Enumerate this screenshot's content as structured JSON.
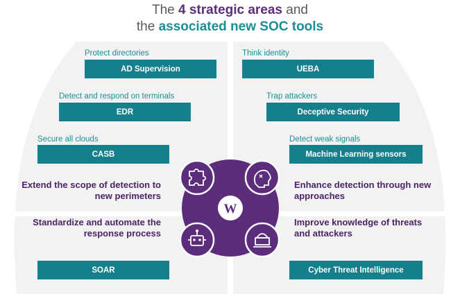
{
  "title": {
    "line1_pre": "The ",
    "line1_strong": "4 strategic areas",
    "line1_post": " and",
    "line2_pre": "the ",
    "line2_strong": "associated new SOC tools"
  },
  "left": {
    "items": [
      {
        "label": "Protect directories",
        "tool": "AD Supervision"
      },
      {
        "label": "Detect and respond on terminals",
        "tool": "EDR"
      },
      {
        "label": "Secure all clouds",
        "tool": "CASB"
      }
    ],
    "area_top": "Extend the scope of detection to new perimeters",
    "area_bottom": "Standardize and automate the response process",
    "bottom_tool": "SOAR"
  },
  "right": {
    "items": [
      {
        "label": "Think identity",
        "tool": "UEBA"
      },
      {
        "label": "Trap attackers",
        "tool": "Deceptive Security"
      },
      {
        "label": "Detect weak signals",
        "tool": "Machine Learning sensors"
      }
    ],
    "area_top": "Enhance detection through new approaches",
    "area_bottom": "Improve knowledge of threats and attackers",
    "bottom_tool": "Cyber Threat Intelligence"
  },
  "center": {
    "logo_letter": "W",
    "icons": [
      "puzzle-icon",
      "brain-icon",
      "robot-icon",
      "hacker-icon"
    ]
  },
  "colors": {
    "teal": "#157f8c",
    "purple": "#5b2d7a",
    "dark_purple": "#4a2466",
    "quadrant_bg": "#f2f2f2"
  }
}
